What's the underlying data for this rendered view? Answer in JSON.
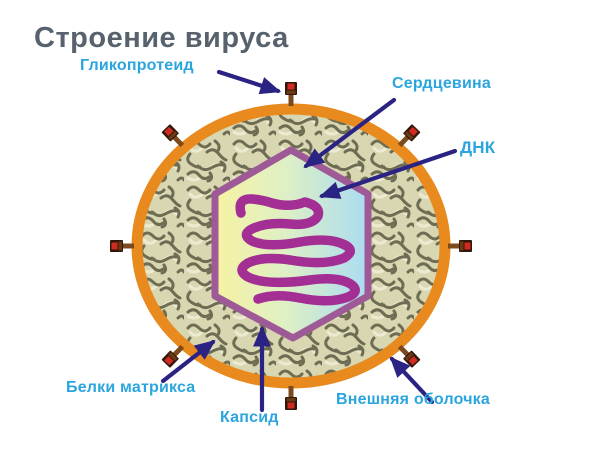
{
  "title": "Строение вируса",
  "diagram": {
    "type": "labeled-diagram",
    "subject": "virus structure",
    "labels": {
      "glycoprotein": "Гликопротеид",
      "core": "Сердцевина",
      "dna": "ДНК",
      "matrix_proteins": "Белки матрикса",
      "capsid": "Капсид",
      "outer_envelope": "Внешняя оболочка"
    }
  },
  "colors": {
    "title_text": "#57626d",
    "label_text": "#2ba5de",
    "envelope_orange": "#e88a1e",
    "capsid_border": "#9e5a96",
    "dna_magenta": "#a32e94",
    "arrow_navy": "#2b2383",
    "matrix_base": "#d9d7b1",
    "matrix_squiggle": "#6e6d54",
    "core_gradient_left": "#f6f2a2",
    "core_gradient_mid": "#dff0c4",
    "core_gradient_right": "#aadcf2",
    "spike_stem": "#7c4a1d",
    "spike_cap": "#2f180a",
    "spike_dot": "#cf2b20"
  }
}
